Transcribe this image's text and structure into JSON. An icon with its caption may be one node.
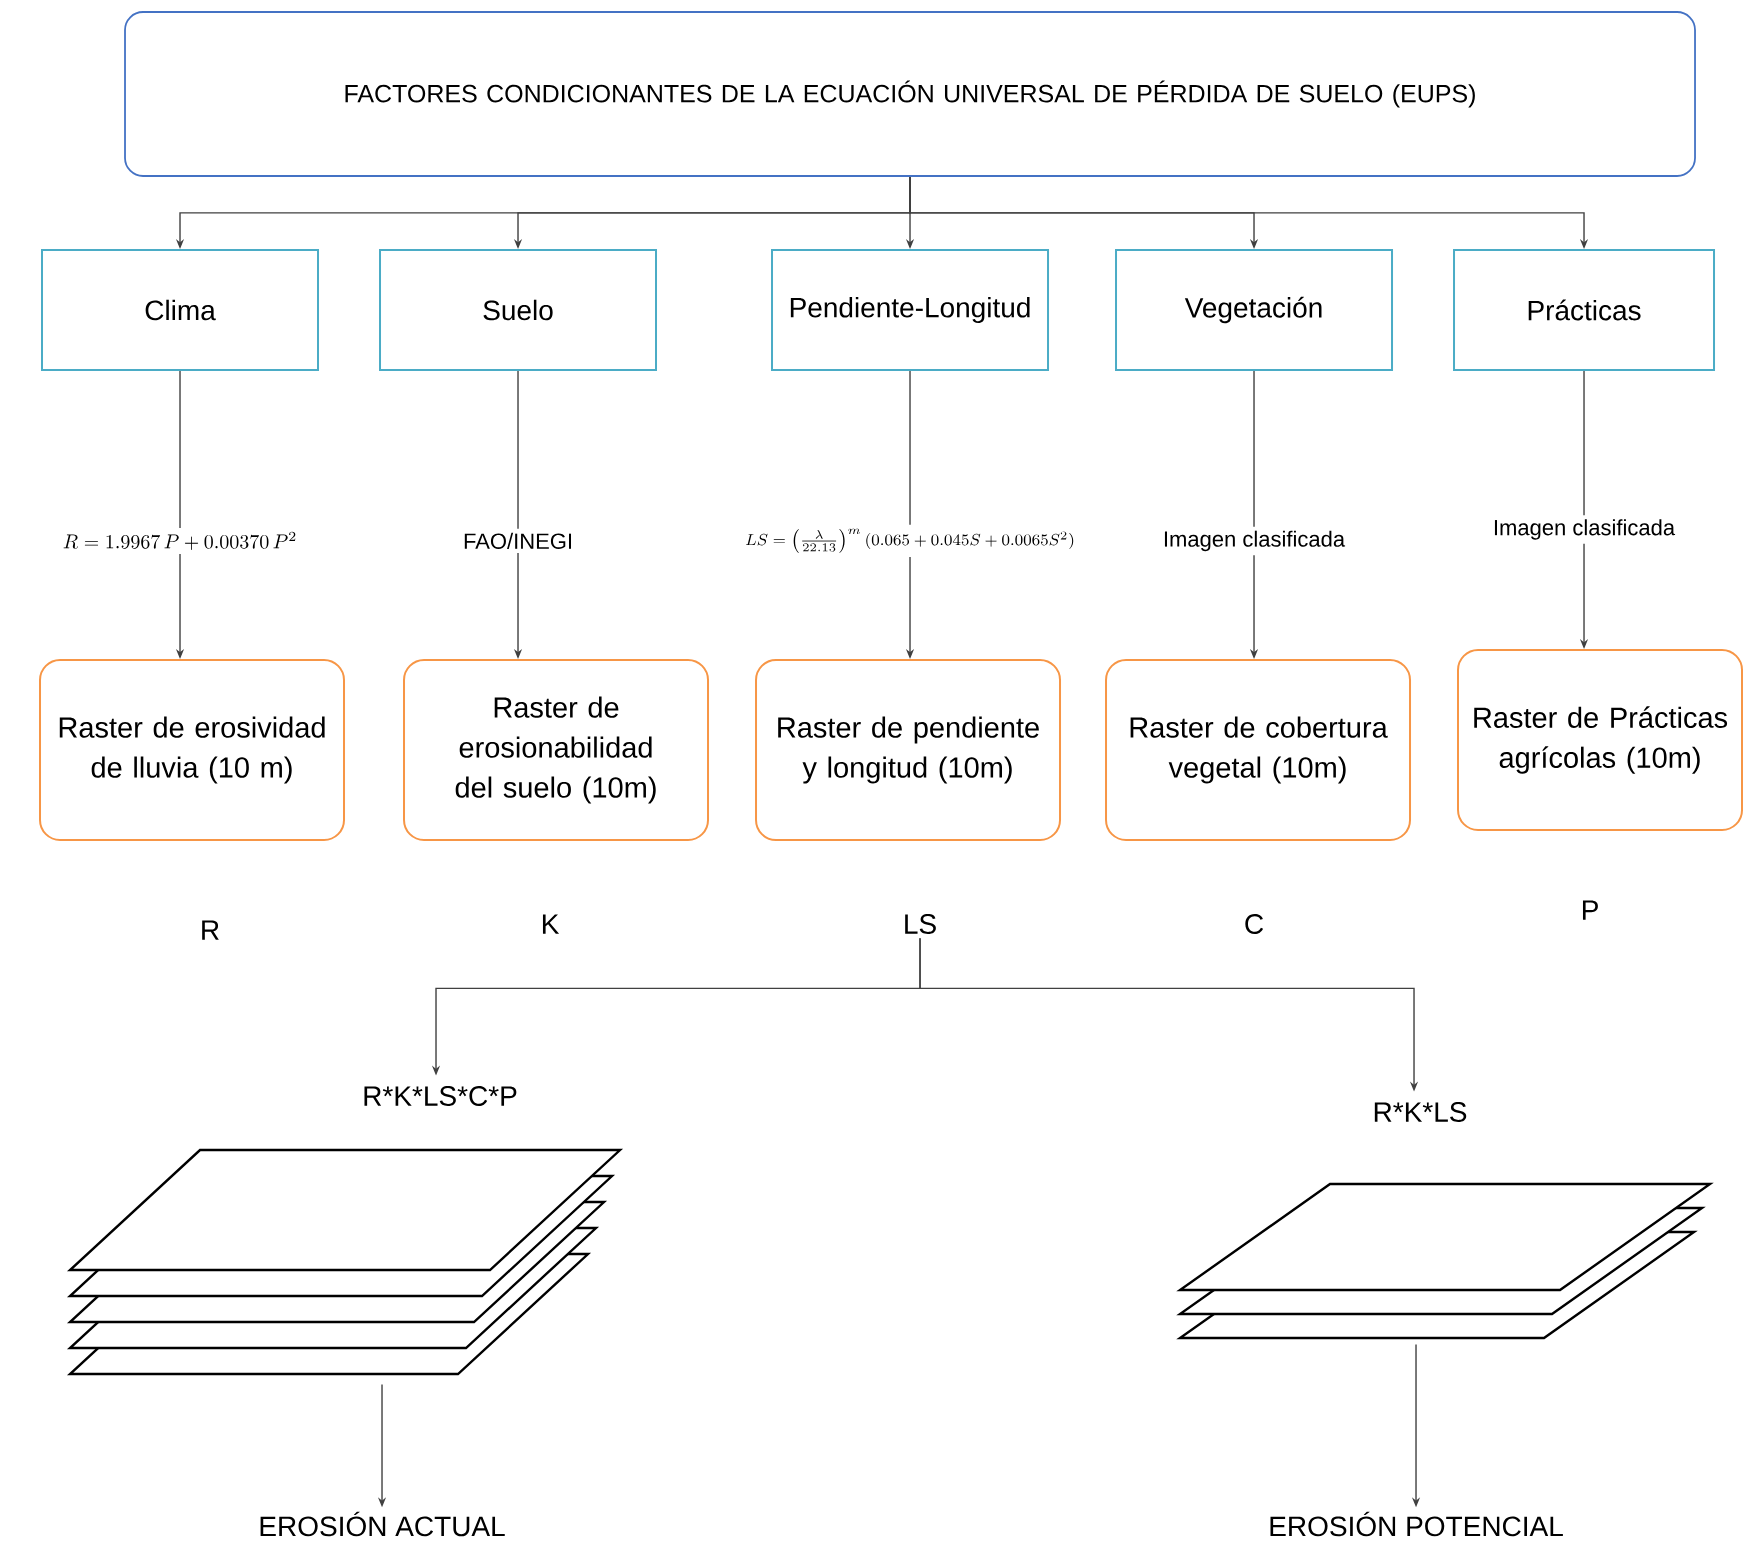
{
  "diagram": {
    "nodes": [
      {
        "text": [
          "FACTORES CONDICIONANTES DE LA ECUACIÓN UNIVERSAL DE PÉRDIDA DE SUELO (EUPS)"
        ]
      },
      {
        "text": [
          "Clima"
        ]
      },
      {
        "text": [
          "Suelo"
        ]
      },
      {
        "text": [
          "Pendiente-Longitud"
        ]
      },
      {
        "text": [
          "Vegetación"
        ]
      },
      {
        "text": [
          "Prácticas"
        ]
      },
      {
        "text": [
          "Raster de erosividad de lluvia (10 m)"
        ],
        "beside": [
          "R"
        ]
      },
      {
        "text": [
          "Raster de erosionabilidad del suelo (10m)"
        ],
        "beside": [
          "K"
        ]
      },
      {
        "text": [
          "Raster de pendiente y longitud (10m)"
        ]
      },
      {
        "text": [
          "Raster de cobertura vegetal (10m)"
        ],
        "beside": [
          "C"
        ]
      },
      {
        "text": [
          "Raster de Prácticas agrícolas (10m)"
        ],
        "beside": [
          "P"
        ]
      },
      {
        "text": [
          "LS"
        ]
      },
      {
        "text": [
          "R*K*LS*C*P"
        ]
      },
      {
        "text": [
          "R*K*LS"
        ]
      },
      {
        "text": [
          "EROSIÓN ACTUAL"
        ]
      },
      {
        "text": [
          "EROSIÓN POTENCIAL"
        ]
      }
    ],
    "edges": [
      {
        "from": 0,
        "to": 1,
        "arrow": "to"
      },
      {
        "from": 0,
        "to": 2,
        "arrow": "to"
      },
      {
        "from": 0,
        "to": 3,
        "arrow": "to"
      },
      {
        "from": 0,
        "to": 4,
        "arrow": "to"
      },
      {
        "from": 0,
        "to": 5,
        "arrow": "to"
      },
      {
        "from": 1,
        "to": 6,
        "arrow": "to",
        "label": "R = 1.9967\\,P + 0.00370\\,P^{2}"
      },
      {
        "from": 2,
        "to": 7,
        "arrow": "to",
        "label": "FAO/INEGI"
      },
      {
        "from": 3,
        "to": 8,
        "arrow": "to",
        "label": "LS = \\left(\\frac{\\lambda}{22.13}\\right)^{m} (0.065 + 0.045S + 0.0065S^{2})"
      },
      {
        "from": 4,
        "to": 9,
        "arrow": "to",
        "label": "Imagen clasificada"
      },
      {
        "from": 5,
        "to": 10,
        "arrow": "to",
        "label": "Imagen clasificada"
      },
      {
        "from": 11,
        "to": 12,
        "arrow": "to"
      },
      {
        "from": 11,
        "to": 13,
        "arrow": "to"
      },
      {
        "from": 12,
        "to": 14,
        "arrow": "to"
      },
      {
        "from": 13,
        "to": 15,
        "arrow": "to"
      }
    ]
  }
}
